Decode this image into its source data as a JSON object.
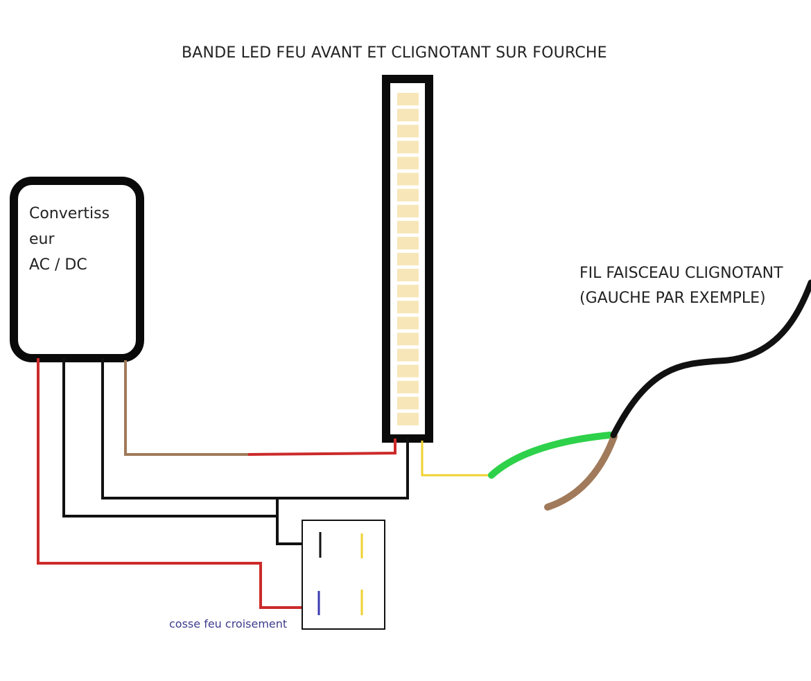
{
  "title": "BANDE LED FEU AVANT ET CLIGNOTANT SUR FOURCHE",
  "converter": {
    "lines": [
      "Convertiss",
      "eur",
      "AC / DC"
    ]
  },
  "harness": {
    "lines": [
      "FIL FAISCEAU CLIGNOTANT",
      "(GAUCHE PAR EXEMPLE)"
    ]
  },
  "terminal_note": "cosse feu croisement",
  "led_strip": {
    "segment_count": 21
  },
  "colors": {
    "outline": "#0a0a0a",
    "red_wire": "#cc2a2a",
    "brown_wire": "#a07a5a",
    "black_wire": "#111111",
    "yellow_wire": "#f0d230",
    "green_wire": "#2ed14a",
    "blue_pin": "#3a3ab0",
    "led_segment": "#f7e6b8"
  }
}
